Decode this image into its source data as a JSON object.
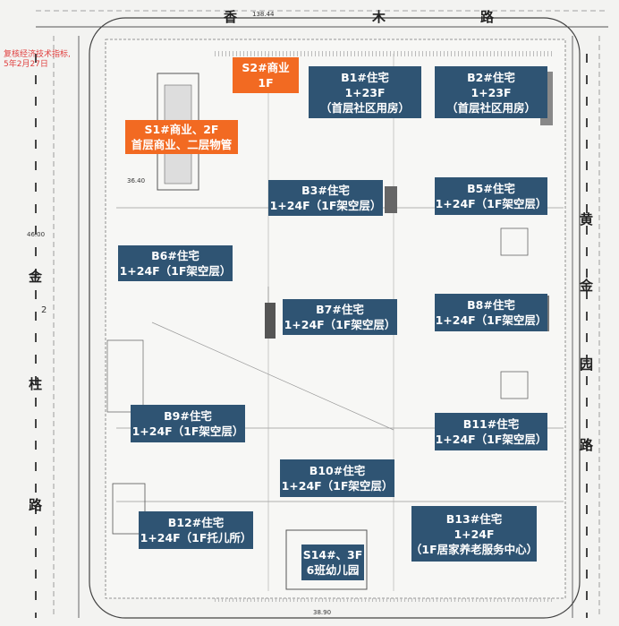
{
  "roads": {
    "north": [
      "香",
      "木",
      "路"
    ],
    "east": [
      "黄",
      "金",
      "园",
      "路"
    ],
    "west": [
      "金",
      "柱",
      "路"
    ]
  },
  "note": [
    "复核经济技术指标,",
    "5年2月27日"
  ],
  "watermark": "",
  "blocks": [
    {
      "id": "S2",
      "lines": [
        "S2#商业",
        "1F"
      ],
      "style": "orange"
    },
    {
      "id": "S1",
      "lines": [
        "S1#商业、2F",
        "首层商业、二层物管"
      ],
      "style": "orange"
    },
    {
      "id": "B1",
      "lines": [
        "B1#住宅",
        "1+23F",
        "（首层社区用房）"
      ],
      "style": "blue"
    },
    {
      "id": "B2",
      "lines": [
        "B2#住宅",
        "1+23F",
        "（首层社区用房）"
      ],
      "style": "blue"
    },
    {
      "id": "B3",
      "lines": [
        "B3#住宅",
        "1+24F（1F架空层）"
      ],
      "style": "blue"
    },
    {
      "id": "B5",
      "lines": [
        "B5#住宅",
        "1+24F（1F架空层）"
      ],
      "style": "blue"
    },
    {
      "id": "B6",
      "lines": [
        "B6#住宅",
        "1+24F（1F架空层）"
      ],
      "style": "blue"
    },
    {
      "id": "B7",
      "lines": [
        "B7#住宅",
        "1+24F（1F架空层）"
      ],
      "style": "blue"
    },
    {
      "id": "B8",
      "lines": [
        "B8#住宅",
        "1+24F（1F架空层）"
      ],
      "style": "blue"
    },
    {
      "id": "B9",
      "lines": [
        "B9#住宅",
        "1+24F（1F架空层）"
      ],
      "style": "blue"
    },
    {
      "id": "B11",
      "lines": [
        "B11#住宅",
        "1+24F（1F架空层）"
      ],
      "style": "blue"
    },
    {
      "id": "B10",
      "lines": [
        "B10#住宅",
        "1+24F（1F架空层）"
      ],
      "style": "blue"
    },
    {
      "id": "B12",
      "lines": [
        "B12#住宅",
        "1+24F（1F托儿所）"
      ],
      "style": "blue"
    },
    {
      "id": "B13",
      "lines": [
        "B13#住宅",
        "1+24F",
        "（1F居家养老服务中心）"
      ],
      "style": "blue"
    },
    {
      "id": "S14",
      "lines": [
        "S14#、3F",
        "6班幼儿园"
      ],
      "style": "blue"
    }
  ],
  "small_marks": [
    "138.44",
    "36.40",
    "46.00",
    "2",
    "38.90"
  ]
}
